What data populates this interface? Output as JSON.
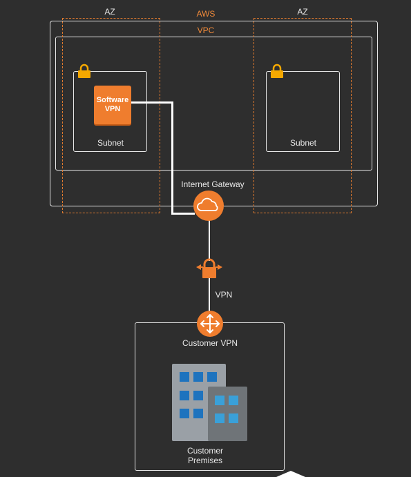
{
  "labels": {
    "aws": "AWS",
    "vpc": "VPC",
    "az_left": "AZ",
    "az_right": "AZ",
    "subnet_left": "Subnet",
    "subnet_right": "Subnet",
    "software_vpn_line1": "Software",
    "software_vpn_line2": "VPN",
    "internet_gateway": "Internet Gateway",
    "vpn": "VPN",
    "customer_vpn": "Customer VPN",
    "customer_premises_line1": "Customer",
    "customer_premises_line2": "Premises"
  },
  "colors": {
    "background": "#2e2e2e",
    "accent": "#ef7d2e",
    "lock": "#f5a800",
    "line": "#ffffff",
    "building_main": "#9aa0a6",
    "building_side": "#6f7478",
    "window_blue": "#1e73be",
    "window_light": "#3aa0d8"
  },
  "icons": [
    "lock-icon",
    "cloud-icon",
    "vpn-gateway-icon",
    "router-icon",
    "building-icon"
  ]
}
